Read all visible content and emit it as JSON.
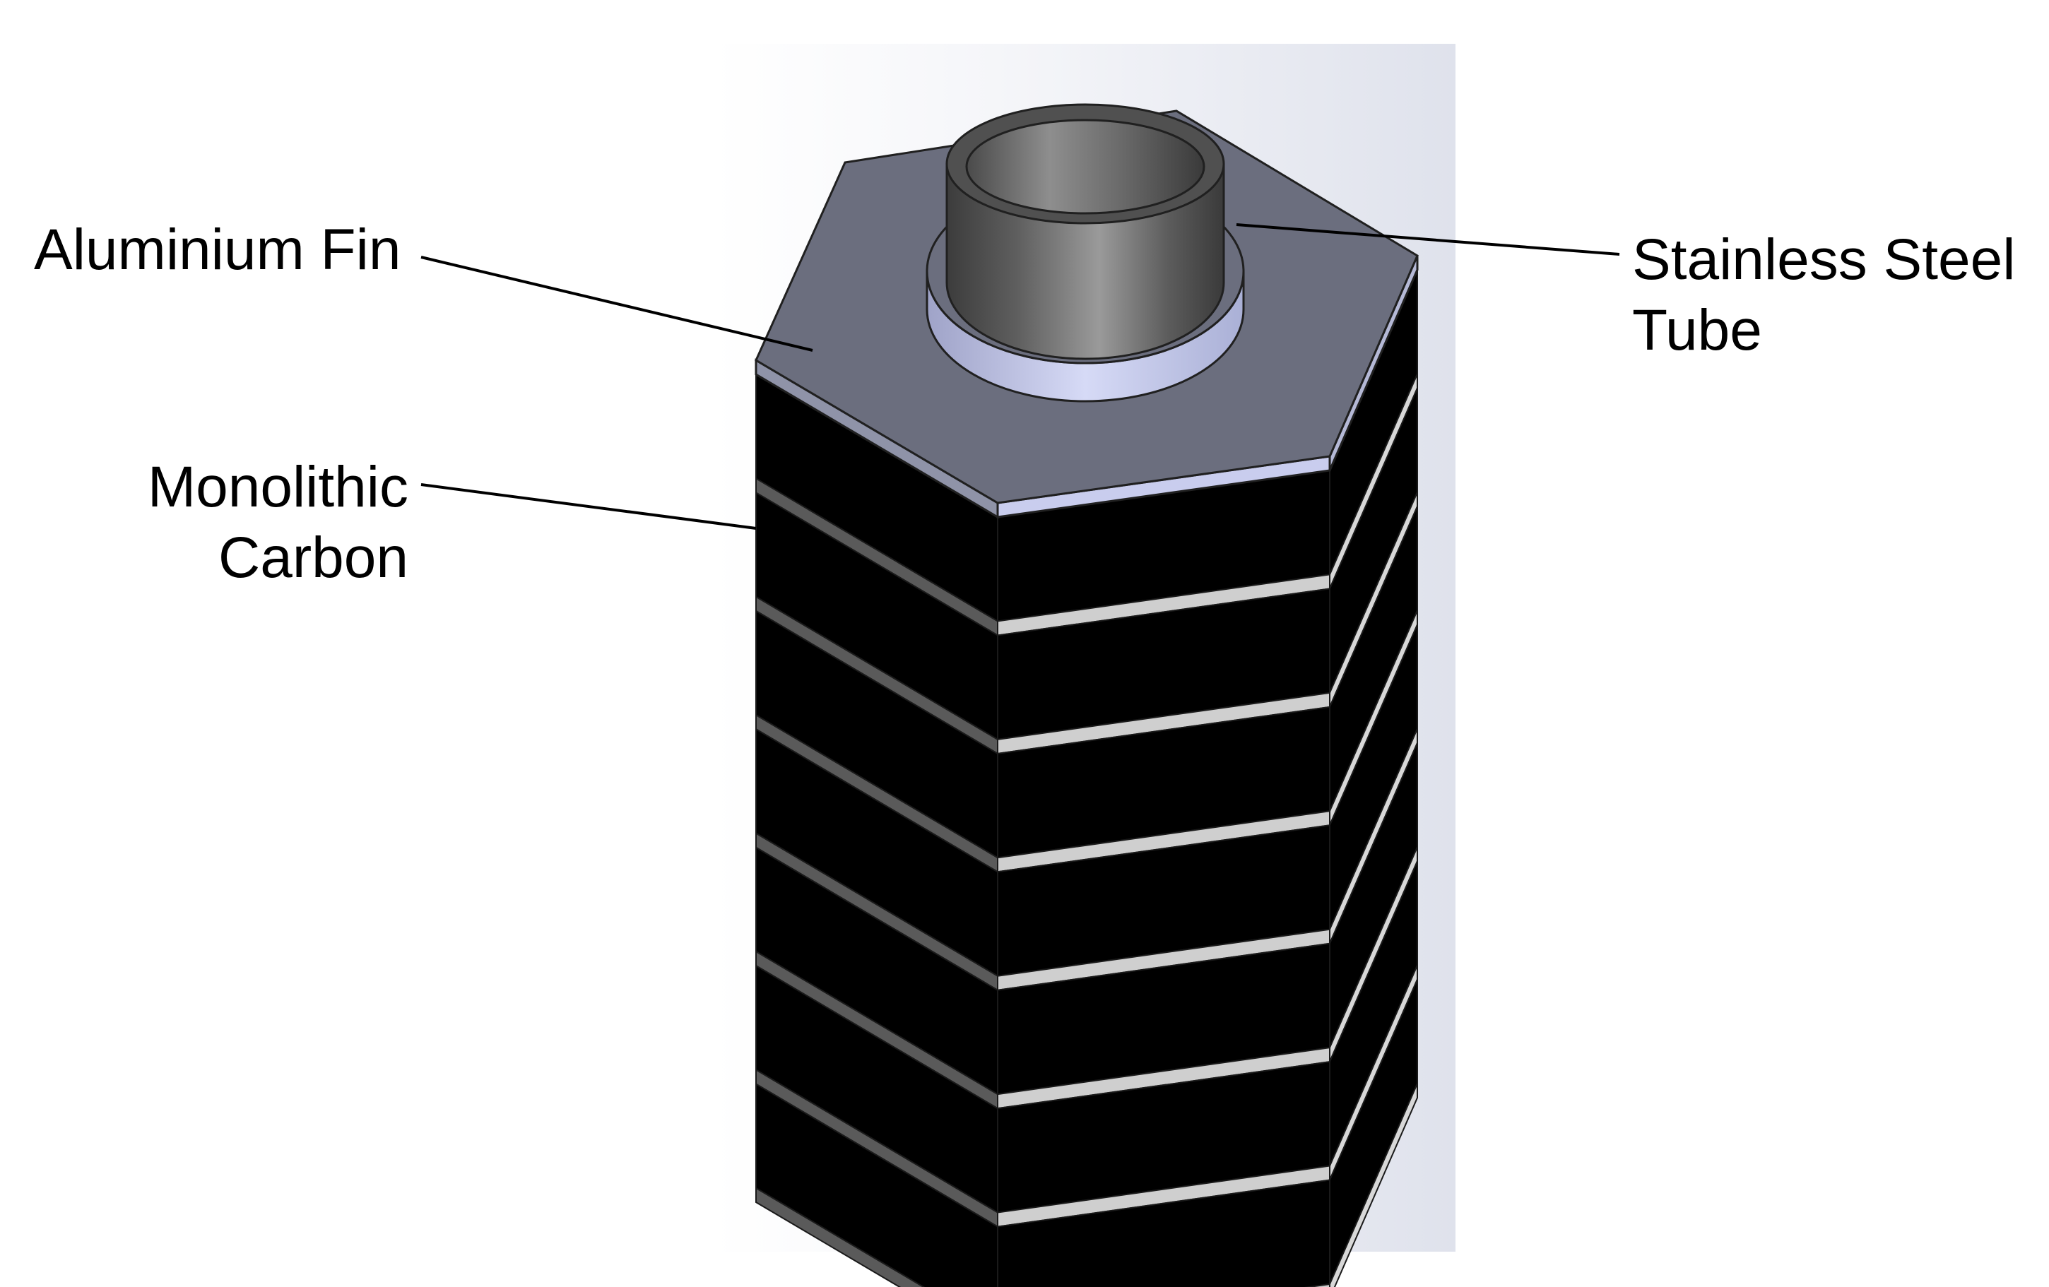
{
  "labels": {
    "aluminium_fin": "Aluminium Fin",
    "monolithic_carbon": [
      "Monolithic",
      "Carbon"
    ],
    "stainless_steel_tube": [
      "Stainless Steel",
      "Tube"
    ]
  },
  "structure": {
    "carbon_layers": 7,
    "fin_layers": 8
  },
  "colors": {
    "carbon": "#000000",
    "fin_top": "#6b6e7e",
    "fin_edge": "#c8ccdc",
    "fin_edge_side": "#cfcfcf",
    "tube_outer": "#5a5a5a",
    "tube_highlight": "#9a9a9a",
    "collar": "#c9cdef",
    "background_panel": "#e3e6ef"
  }
}
